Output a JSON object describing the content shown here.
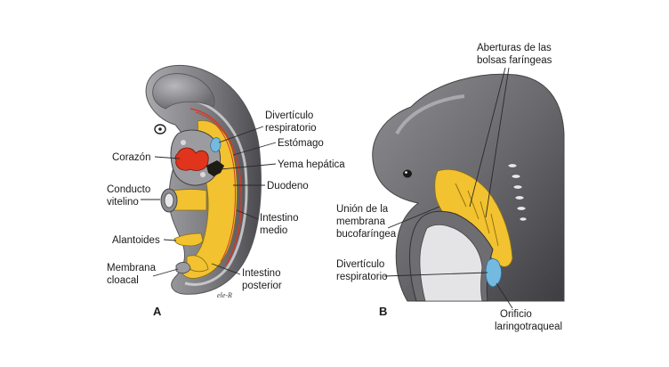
{
  "figure": {
    "panel_a": {
      "letter": "A",
      "labels": {
        "diverticulo_respiratorio": [
          "Divertículo",
          "respiratorio"
        ],
        "estomago": "Estómago",
        "yema_hepatica": "Yema hepática",
        "corazon": "Corazón",
        "duodeno": "Duodeno",
        "conducto_vitelino": [
          "Conducto",
          "vitelino"
        ],
        "intestino_medio": [
          "Intestino",
          "medio"
        ],
        "alantoides": "Alantoides",
        "membrana_cloacal": [
          "Membrana",
          "cloacal"
        ],
        "intestino_posterior": [
          "Intestino",
          "posterior"
        ]
      },
      "signature": "ele-R"
    },
    "panel_b": {
      "letter": "B",
      "labels": {
        "aberturas": [
          "Aberturas de las",
          "bolsas faríngeas"
        ],
        "union_membrana": [
          "Unión de la",
          "membrana",
          "bucofaríngea"
        ],
        "diverticulo_respiratorio": [
          "Divertículo",
          "respiratorio"
        ],
        "orificio": [
          "Orificio",
          "laringotraqueal"
        ]
      }
    },
    "colors": {
      "gut": "#f2c230",
      "heart": "#e0341c",
      "tissue": "#8c8c90",
      "tissue_dark": "#4a4a4e",
      "respiratory": "#74b9e0"
    }
  }
}
